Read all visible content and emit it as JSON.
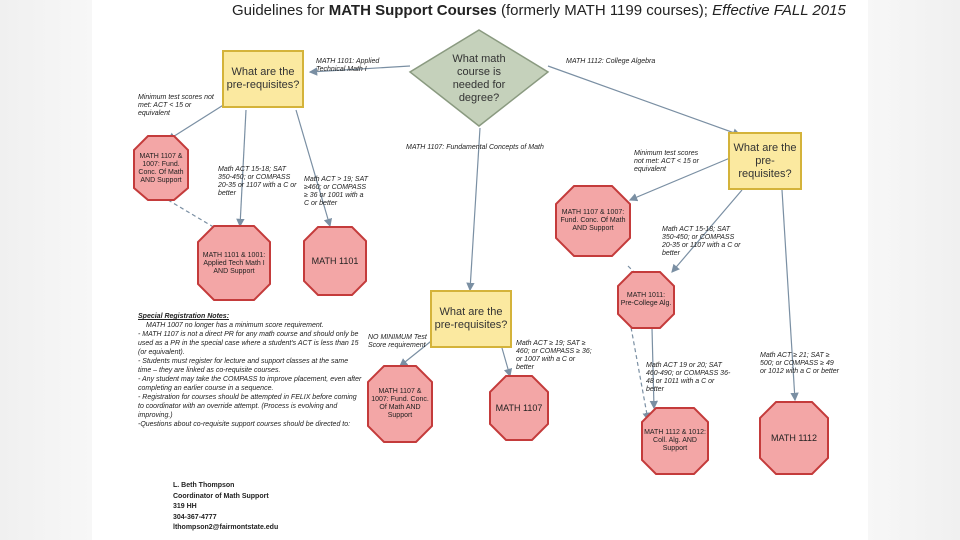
{
  "title": {
    "part1": "Guidelines for ",
    "bold": "MATH Support Courses",
    "part2": " (formerly MATH 1199 courses); ",
    "effective": "Effective FALL 2015"
  },
  "diamond": "What math course is needed for degree?",
  "branches": {
    "left": "MATH 1101: Applied Technical Math I",
    "right": "MATH 1112: College Algebra",
    "middle": "MATH 1107: Fundamental Concepts of Math"
  },
  "prereq_boxes": {
    "left": "What are the pre-requisites?",
    "right": "What are the pre-requisites?",
    "middle": "What are the pre-requisites?"
  },
  "conditions": {
    "left_min": "Minimum test scores not met: ACT < 15 or equivalent",
    "left_mid": "Math ACT 15-18; SAT 350-450; or COMPASS 20-35 or 1107 with a C or better",
    "left_high": "Math ACT > 19; SAT ≥460; or COMPASS ≥ 36 or 1001 with a C or better",
    "right_min": "Minimum test scores not met: ACT < 15 or equivalent",
    "right_mid": "Math ACT 15-18; SAT 350-450; or COMPASS 20-35 or 1107 with a C or better",
    "right_mid2": "Math ACT 19 or 20; SAT 460-490; or COMPASS 36-48 or 1011 with a C or better",
    "right_high": "Math ACT ≥ 21; SAT ≥ 500; or COMPASS ≥ 49 or 1012 with a C or better",
    "mid_none": "NO MINIMUM Test Score requirement",
    "mid_high": "Math ACT ≥ 19; SAT ≥ 460; or COMPASS ≥ 36; or 1007 with a C or better"
  },
  "octagons": {
    "l1": "MATH 1107 & 1007: Fund. Conc. Of Math AND Support",
    "l2": "MATH 1101 & 1001: Applied Tech Math I AND Support",
    "l3": "MATH 1101",
    "r1": "MATH 1107 & 1007: Fund. Conc. Of Math AND Support",
    "r2": "MATH 1011: Pre-College Alg.",
    "r3": "MATH 1112 & 1012: Coll. Alg. AND Support",
    "r4": "MATH 1112",
    "m1": "MATH 1107 & 1007: Fund. Conc. Of Math AND Support",
    "m2": "MATH 1107"
  },
  "notes": {
    "heading": "Special Registration Notes:",
    "lines": [
      "MATH 1007 no longer has a minimum score requirement.",
      "- MATH 1107 is not a direct PR for any math course and should only be used as a PR in the special case where a student's ACT is less than 15 (or equivalent).",
      "- Students must register for lecture and support classes at the same time – they are linked as co-requisite courses.",
      "- Any student may take the COMPASS to improve placement, even after completing an earlier course in a sequence.",
      "- Registration for courses should be attempted in FELIX before coming to coordinator with an override attempt. (Process is evolving and improving.)",
      "-Questions about co-requisite support courses should be directed to:"
    ]
  },
  "contact": {
    "name": "L. Beth Thompson",
    "role": "Coordinator of Math Support",
    "room": "319 HH",
    "phone": "304-367-4777",
    "email": "lthompson2@fairmontstate.edu"
  },
  "colors": {
    "diamond_fill": "#c5d1bb",
    "diamond_stroke": "#8a9a80",
    "box_fill": "#fbe9a0",
    "box_stroke": "#d4b33a",
    "oct_fill": "#f3a6a6",
    "oct_stroke": "#c43b3b",
    "arrow": "#7a8fa3"
  }
}
